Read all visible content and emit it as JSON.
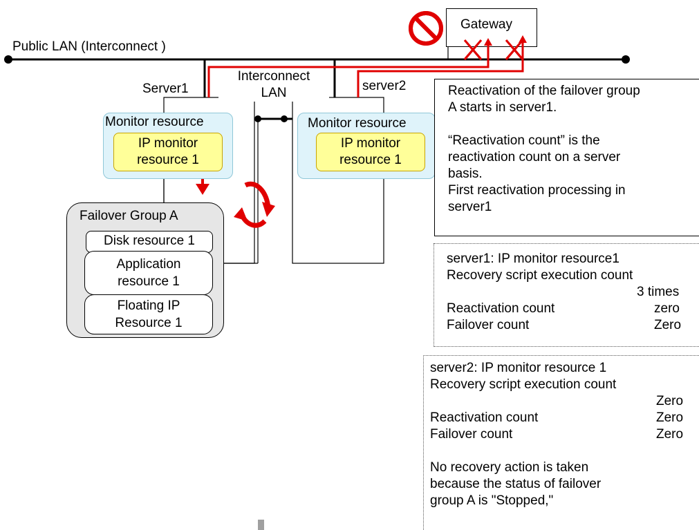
{
  "labels": {
    "public_lan": "Public LAN (Interconnect )",
    "gateway": "Gateway",
    "interconnect_lan_line1": "Interconnect",
    "interconnect_lan_line2": "LAN",
    "server1": "Server1",
    "server2": "server2"
  },
  "server1": {
    "monitor_title": "Monitor resource",
    "ip_monitor_line1": "IP monitor",
    "ip_monitor_line2": "resource 1",
    "group_title": "Failover Group A",
    "resources": {
      "disk": "Disk resource 1",
      "app_line1": "Application",
      "app_line2": "resource 1",
      "fip_line1": "Floating IP",
      "fip_line2": "Resource 1"
    }
  },
  "server2": {
    "monitor_title": "Monitor resource",
    "ip_monitor_line1": "IP monitor",
    "ip_monitor_line2": "resource 1"
  },
  "note_main": {
    "line1": "Reactivation of the failover group",
    "line2": "A starts in server1.",
    "line3": "“Reactivation count” is the",
    "line4": "reactivation count on a server",
    "line5": "basis.",
    "line6": "First reactivation processing in",
    "line7": "server1"
  },
  "note_server1": {
    "title": "server1: IP monitor resource1",
    "recovery_label": "Recovery script execution count",
    "recovery_value": "3 times",
    "reactivation_label": "Reactivation count",
    "reactivation_value": "zero",
    "failover_label": "Failover count",
    "failover_value": "Zero"
  },
  "note_server2": {
    "title": "server2: IP monitor resource 1",
    "recovery_label": "Recovery script execution count",
    "recovery_value": "Zero",
    "reactivation_label": "Reactivation count",
    "reactivation_value": "Zero",
    "failover_label": "Failover count",
    "failover_value": "Zero",
    "footer_line1": "No recovery action is taken",
    "footer_line2": "because the status of failover",
    "footer_line3": "group A is \"Stopped,\""
  },
  "colors": {
    "red": "#e00000",
    "monitor_fill": "#dff3fa",
    "monitor_border": "#8fc7d8",
    "ip_fill": "#ffff99",
    "ip_border": "#c8a400",
    "group_fill": "#e6e6e6"
  },
  "icons": {
    "prohibited": "prohibited-icon",
    "cycle": "reactivation-cycle-icon",
    "down_arrow": "down-arrow-icon"
  }
}
